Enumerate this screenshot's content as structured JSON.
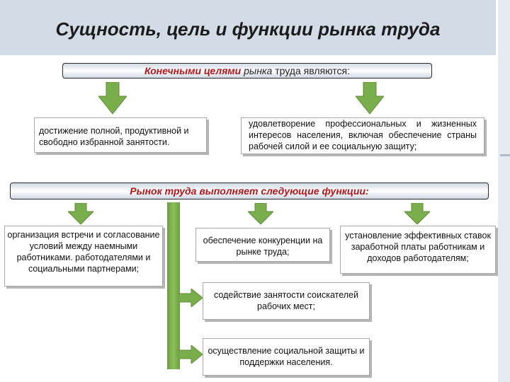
{
  "title": "Сущность, цель и  функции рынка труда",
  "goals_banner": {
    "part1": "Конечными целями",
    "part2": " рынка",
    "part3": " труда являются:"
  },
  "goals": [
    "достижение полной, продуктивной и свободно избранной занятости.",
    "удовлетворение профессиональных и жизненных интересов населения, включая обеспечение страны рабочей силой и ее социальную защиту;"
  ],
  "functions_banner": "Рынок труда выполняет следующие функции:",
  "functions": [
    "организация встречи и согласование условий между наемными работниками. работодателями и социальными партнерами;",
    "обеспечение конкуренции на рынке труда;",
    "установление эффективных ставок заработной платы работникам и доходов работодателям;",
    "содействие занятости соискателей рабочих мест;",
    "осуществление социальной защиты и поддержки населения."
  ],
  "colors": {
    "arrow": "#7aad4b",
    "accent_red": "#b3161b",
    "header_bg": "#d3dbe6"
  }
}
